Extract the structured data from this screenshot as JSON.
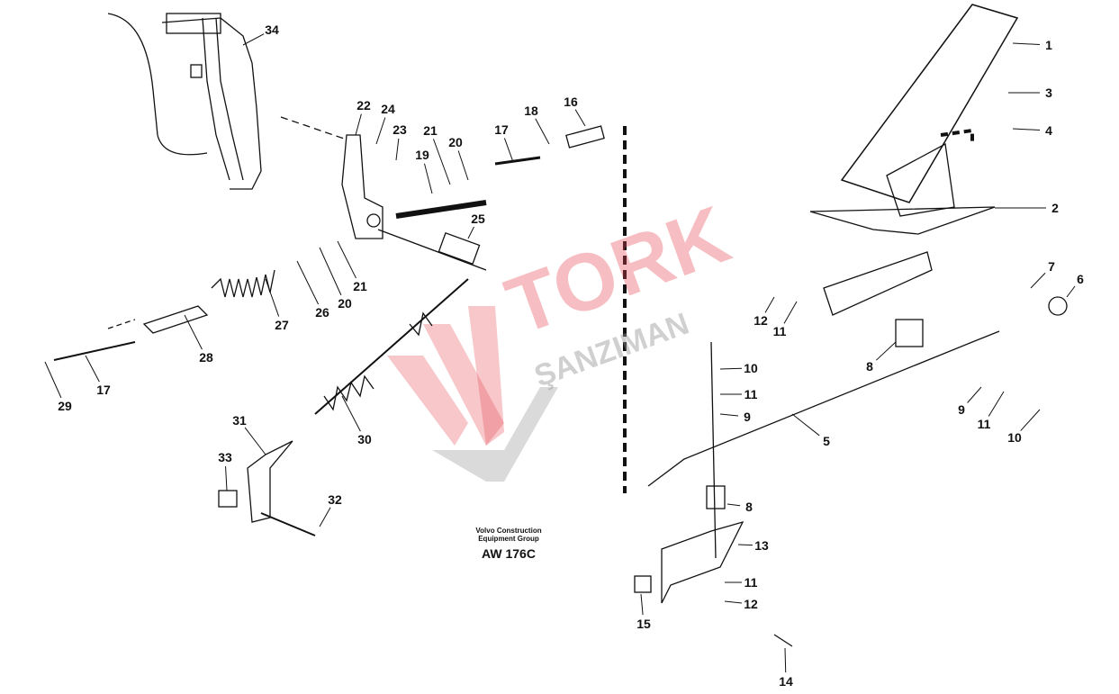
{
  "caption": {
    "line1": "Volvo Construction",
    "line2": "Equipment Group",
    "code": "AW 176C"
  },
  "watermark": {
    "brand": "TORK",
    "sub": "ŞANZIMAN",
    "color": "#e64650"
  },
  "callouts": [
    "1",
    "3",
    "4",
    "2",
    "6",
    "7",
    "12",
    "11",
    "8",
    "10",
    "11",
    "9",
    "9",
    "11",
    "10",
    "5",
    "8",
    "13",
    "11",
    "12",
    "15",
    "14",
    "34",
    "22",
    "24",
    "23",
    "21",
    "20",
    "19",
    "17",
    "18",
    "16",
    "25",
    "21",
    "20",
    "26",
    "27",
    "28",
    "17",
    "29",
    "31",
    "30",
    "33",
    "32"
  ]
}
